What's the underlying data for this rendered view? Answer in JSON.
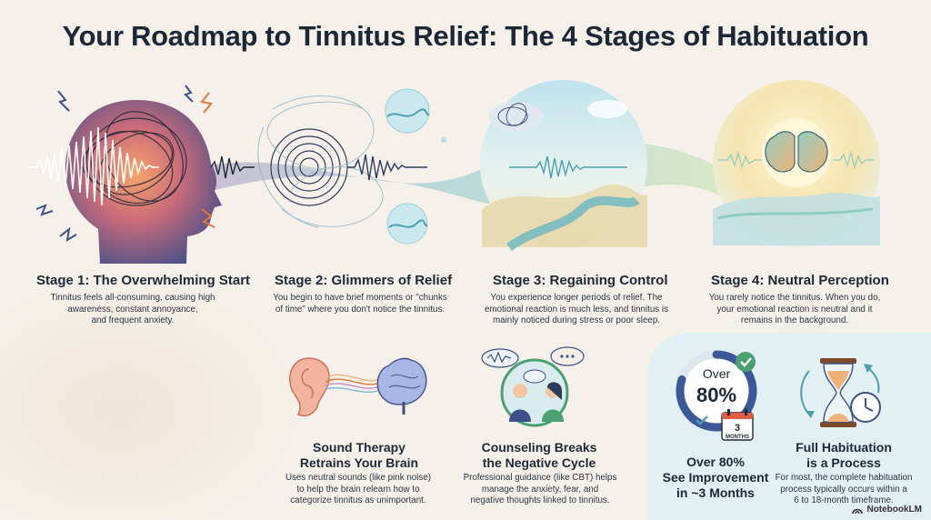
{
  "title": "Your Roadmap to Tinnitus Relief: The 4 Stages of Habituation",
  "stages": [
    {
      "heading": "Stage 1: The Overwhelming Start",
      "lines": [
        "Tinnitus feels all-consuming, causing high",
        "awareness, constant annoyance,",
        "and frequent anxiety."
      ]
    },
    {
      "heading": "Stage 2: Glimmers of Relief",
      "lines": [
        "You begin to have brief moments or \"chunks",
        "of time\" where you don't notice the tinnitus."
      ]
    },
    {
      "heading": "Stage 3: Regaining Control",
      "lines": [
        "You experience longer periods of relief. The",
        "emotional reaction is much less, and tinnitus is",
        "mainly noticed during stress or poor sleep."
      ]
    },
    {
      "heading": "Stage 4: Neutral Perception",
      "lines": [
        "You rarely notice the tinnitus. When you do,",
        "your emotional reaction is neutral and it",
        "remains in the background."
      ]
    }
  ],
  "features": [
    {
      "title_lines": [
        "Sound Therapy",
        "Retrains Your Brain"
      ],
      "lines": [
        "Uses neutral sounds (like pink noise)",
        "to help the brain relearn how to",
        "categorize tinnitus as unimportant."
      ]
    },
    {
      "title_lines": [
        "Counseling Breaks",
        "the Negative Cycle"
      ],
      "lines": [
        "Professional guidance (like CBT) helps",
        "manage the anxiety, fear, and",
        "negative thoughts linked to tinnitus."
      ]
    },
    {
      "title_lines": [
        "Over 80%",
        "See Improvement",
        "in ~3 Months"
      ],
      "lines": []
    },
    {
      "title_lines": [
        "Full Habituation",
        "is a Process"
      ],
      "lines": [
        "For most, the complete habituation",
        "process typically occurs within a",
        "6 to 18-month timeframe."
      ]
    }
  ],
  "stat_badge": {
    "over": "Over",
    "percent": "80%",
    "calendar_number": "3",
    "calendar_unit": "MONTHS",
    "improvement_fraction": 0.8
  },
  "brand": "NotebookLM",
  "colors": {
    "navy": "#1d2836",
    "orange": "#e8773a",
    "teal": "#4a9fb0",
    "green": "#4aa071",
    "cream": "#f5f1ea"
  }
}
